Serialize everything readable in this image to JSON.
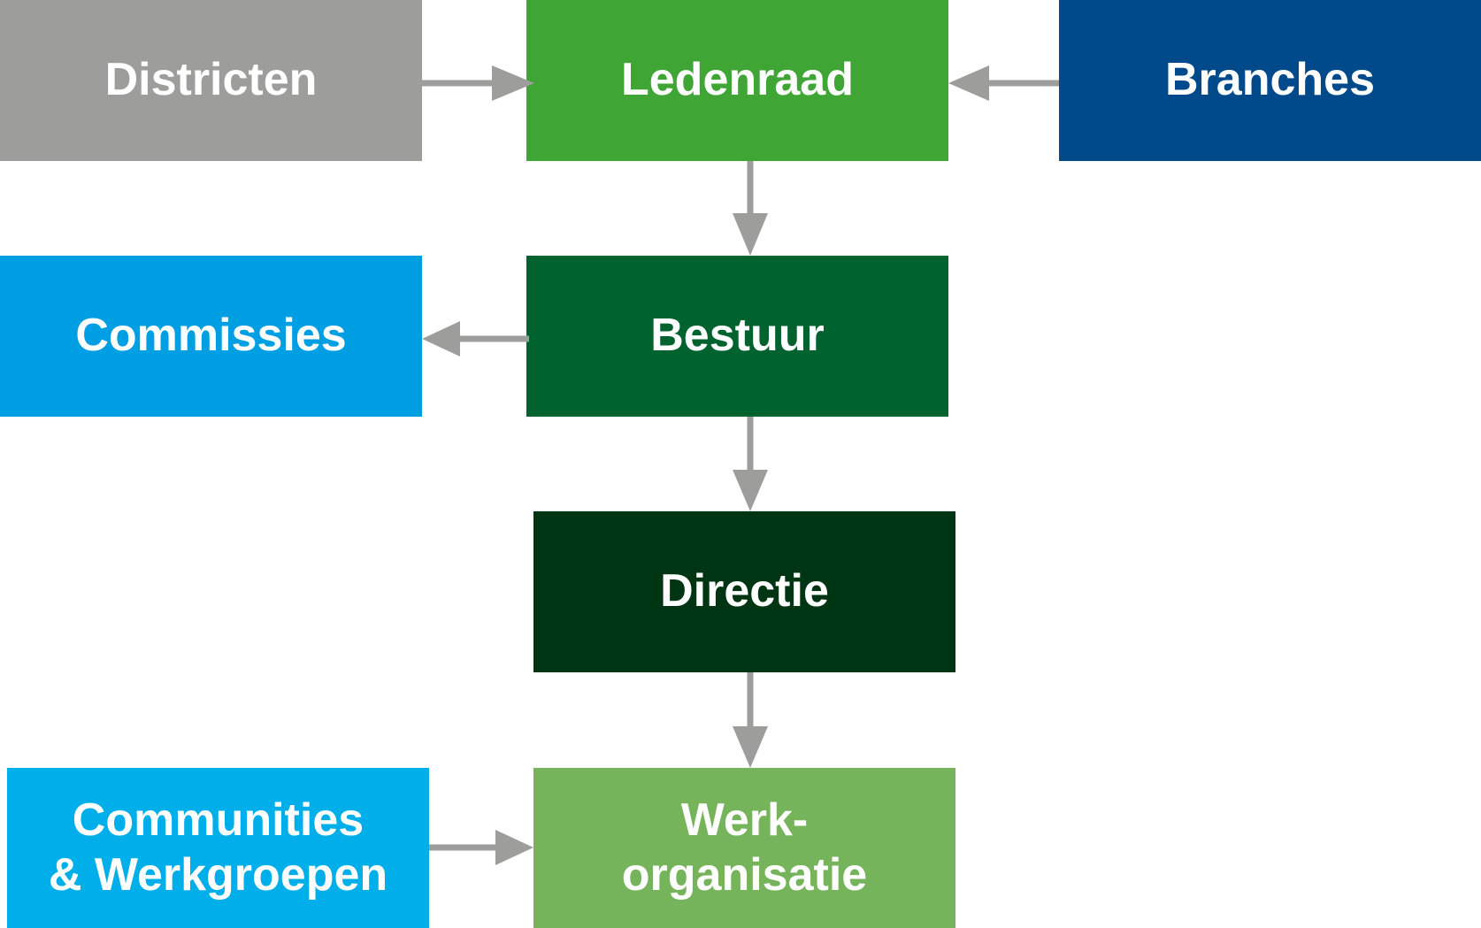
{
  "nodes": {
    "districten": {
      "label": "Districten",
      "color": "#9d9d9c"
    },
    "ledenraad": {
      "label": "Ledenraad",
      "color": "#3fa535"
    },
    "branches": {
      "label": "Branches",
      "color": "#004a8c"
    },
    "commissies": {
      "label": "Commissies",
      "color": "#009fe3"
    },
    "bestuur": {
      "label": "Bestuur",
      "color": "#00622f"
    },
    "directie": {
      "label": "Directie",
      "color": "#003513"
    },
    "communities": {
      "line1": "Communities",
      "line2": "& Werkgroepen",
      "color": "#00afe9"
    },
    "werkorganisatie": {
      "line1": "Werk-",
      "line2": "organisatie",
      "color": "#76b45b"
    }
  },
  "edges": [
    {
      "from": "Districten",
      "to": "Ledenraad"
    },
    {
      "from": "Branches",
      "to": "Ledenraad"
    },
    {
      "from": "Ledenraad",
      "to": "Bestuur"
    },
    {
      "from": "Bestuur",
      "to": "Commissies"
    },
    {
      "from": "Bestuur",
      "to": "Directie"
    },
    {
      "from": "Directie",
      "to": "Werkorganisatie"
    },
    {
      "from": "Communities & Werkgroepen",
      "to": "Werkorganisatie"
    }
  ],
  "arrow_color": "#9d9d9c"
}
